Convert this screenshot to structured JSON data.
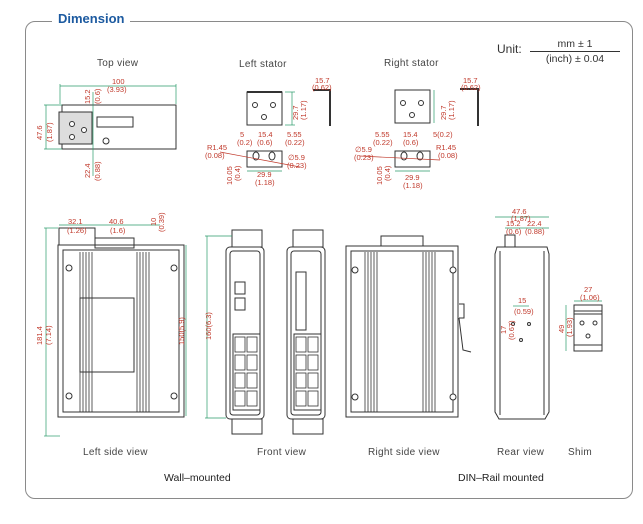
{
  "section_title": "Dimension",
  "unit": {
    "label": "Unit:",
    "numerator": "mm ± 1",
    "denominator": "(inch) ± 0.04"
  },
  "views": {
    "top": {
      "label": "Top view",
      "dims": {
        "width": "100",
        "width_in": "(3.93)",
        "height": "47.6",
        "height_in": "(1.87)",
        "offset_top": "15.2",
        "offset_top_in": "(0.6)",
        "offset_bottom": "22.4",
        "offset_bottom_in": "(0.88)"
      }
    },
    "left_stator": {
      "label": "Left stator",
      "dims": {
        "thickness": "15.7",
        "thickness_in": "(0.62)",
        "height": "29.7",
        "height_in": "(1.17)",
        "a": "5",
        "a_in": "(0.2)",
        "b": "15.4",
        "b_in": "(0.6)",
        "c": "5.55",
        "c_in": "(0.22)",
        "radius": "R1.45",
        "radius_in": "(0.08)",
        "hole": "∅5.9",
        "hole_in": "(0.23)",
        "depth": "10.05",
        "depth_in": "(0.4)",
        "width": "29.9",
        "width_in": "(1.18)"
      }
    },
    "right_stator": {
      "label": "Right stator",
      "dims": {
        "thickness": "15.7",
        "thickness_in": "(0.62)",
        "height": "29.7",
        "height_in": "(1.17)",
        "a": "5.55",
        "a_in": "(0.22)",
        "b": "15.4",
        "b_in": "(0.6)",
        "c": "5(0.2)",
        "hole": "∅5.9",
        "hole_in": "(0.23)",
        "radius": "R1.45",
        "radius_in": "(0.08)",
        "depth": "10.05",
        "depth_in": "(0.4)",
        "width": "29.9",
        "width_in": "(1.18)"
      }
    },
    "left_side": {
      "label": "Left side view",
      "dims": {
        "a": "32.1",
        "a_in": "(1.26)",
        "b": "40.6",
        "b_in": "(1.6)",
        "c": "10",
        "c_in": "(0.39)",
        "total_h": "181.4",
        "total_h_in": "(7.14)",
        "body_h": "150(5.9)"
      }
    },
    "front": {
      "label": "Front view",
      "dims": {
        "height": "160(6.3)"
      }
    },
    "right_side": {
      "label": "Right side view"
    },
    "rear": {
      "label": "Rear view",
      "dims": {
        "width": "47.6",
        "width_in": "(1.87)",
        "a": "15.2",
        "a_in": "(0.6)",
        "b": "22.4",
        "b_in": "(0.88)",
        "hole_w": "15",
        "hole_w_in": "(0.59)",
        "hole_h": "17",
        "hole_h_in": "(0.67)"
      }
    },
    "shim": {
      "label": "Shim",
      "dims": {
        "width": "27",
        "width_in": "(1.06)",
        "height": "49",
        "height_in": "(1.93)"
      }
    }
  },
  "groups": {
    "wall": "Wall–mounted",
    "din": "DIN–Rail mounted"
  }
}
